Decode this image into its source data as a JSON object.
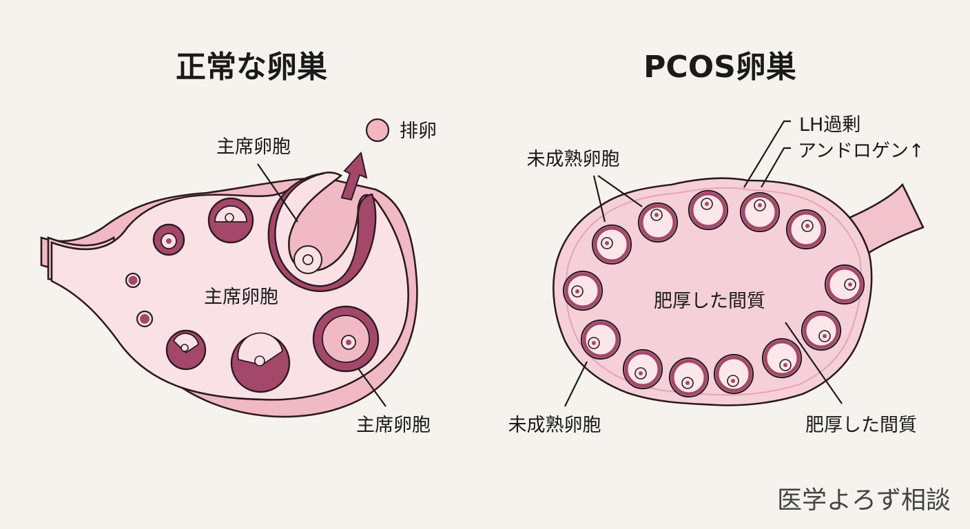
{
  "left": {
    "title": "正常な卵巣",
    "label_dominant_top": "主席卵胞",
    "label_dominant_center": "主席卵胞",
    "label_dominant_bottom": "主席卵胞",
    "label_ovulation": "排卵"
  },
  "right": {
    "title": "PCOS卵巣",
    "label_lh": "LH過剰",
    "label_androgen": "アンドロゲン↑",
    "label_immature_top": "未成熟卵胞",
    "label_immature_bottom": "未成熟卵胞",
    "label_stroma_center": "肥厚した間質",
    "label_stroma_bottom": "肥厚した間質"
  },
  "watermark": "医学よろず相談",
  "colors": {
    "background": "#f6f3ef",
    "ovary_fill": "#f8dde3",
    "pcos_fill": "#f5cfd7",
    "tissue_outline": "#e7a3b1",
    "follicle_dark": "#a4486a",
    "outline": "#2b1a20"
  }
}
